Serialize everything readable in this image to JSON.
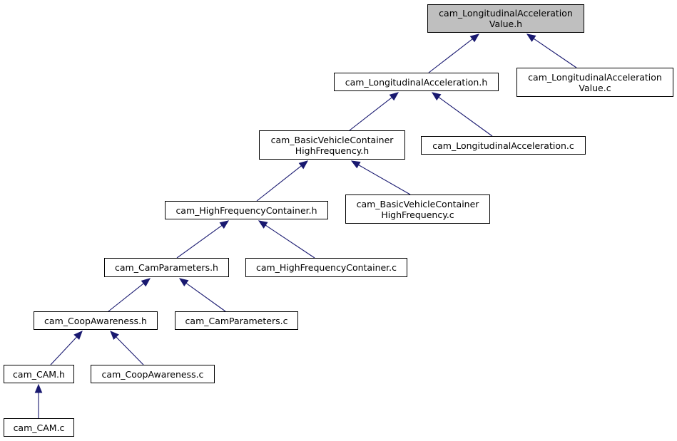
{
  "colors": {
    "edge": "#191970",
    "root_fill": "#bfbfbf",
    "node_fill": "#ffffff",
    "border": "#000000"
  },
  "nodes": {
    "n0": {
      "lines": [
        "cam_LongitudinalAcceleration",
        "Value.h"
      ]
    },
    "n1": {
      "lines": [
        "cam_LongitudinalAcceleration.h"
      ]
    },
    "n2": {
      "lines": [
        "cam_LongitudinalAcceleration",
        "Value.c"
      ]
    },
    "n3": {
      "lines": [
        "cam_BasicVehicleContainer",
        "HighFrequency.h"
      ]
    },
    "n4": {
      "lines": [
        "cam_LongitudinalAcceleration.c"
      ]
    },
    "n5": {
      "lines": [
        "cam_HighFrequencyContainer.h"
      ]
    },
    "n6": {
      "lines": [
        "cam_BasicVehicleContainer",
        "HighFrequency.c"
      ]
    },
    "n7": {
      "lines": [
        "cam_CamParameters.h"
      ]
    },
    "n8": {
      "lines": [
        "cam_HighFrequencyContainer.c"
      ]
    },
    "n9": {
      "lines": [
        "cam_CoopAwareness.h"
      ]
    },
    "n10": {
      "lines": [
        "cam_CamParameters.c"
      ]
    },
    "n11": {
      "lines": [
        "cam_CAM.h"
      ]
    },
    "n12": {
      "lines": [
        "cam_CoopAwareness.c"
      ]
    },
    "n13": {
      "lines": [
        "cam_CAM.c"
      ]
    }
  },
  "edges": [
    {
      "from": "n1",
      "to": "n0"
    },
    {
      "from": "n2",
      "to": "n0"
    },
    {
      "from": "n3",
      "to": "n1"
    },
    {
      "from": "n4",
      "to": "n1"
    },
    {
      "from": "n5",
      "to": "n3"
    },
    {
      "from": "n6",
      "to": "n3"
    },
    {
      "from": "n7",
      "to": "n5"
    },
    {
      "from": "n8",
      "to": "n5"
    },
    {
      "from": "n9",
      "to": "n7"
    },
    {
      "from": "n10",
      "to": "n7"
    },
    {
      "from": "n11",
      "to": "n9"
    },
    {
      "from": "n12",
      "to": "n9"
    },
    {
      "from": "n13",
      "to": "n11"
    }
  ]
}
